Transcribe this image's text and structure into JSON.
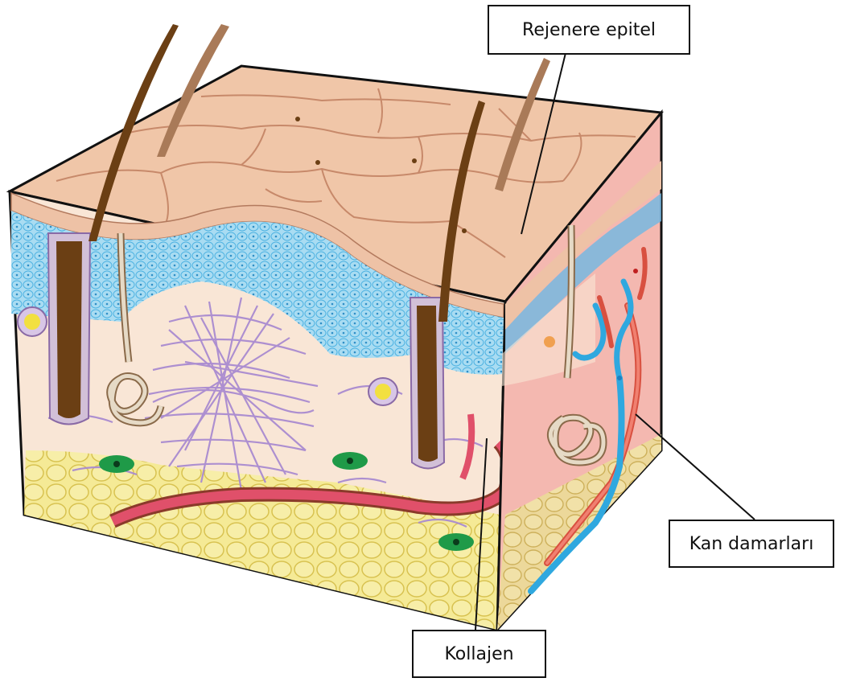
{
  "diagram": {
    "labels": {
      "epitel": "Rejenere epitel",
      "kan": "Kan damarları",
      "kollajen": "Kollajen"
    },
    "colors": {
      "epidermis_top": "#f2c4a8",
      "epidermis_lines": "#c08060",
      "basal_layer": "#8fd0ee",
      "dermis": "#f9e6d6",
      "dermis_side": "#f4b8b0",
      "fat": "#f2e27a",
      "hair": "#6b3f14",
      "collagen": "#a98bd0",
      "artery": "#e0506a",
      "vein": "#2fa8df",
      "gland": "#d9cdb6"
    }
  }
}
